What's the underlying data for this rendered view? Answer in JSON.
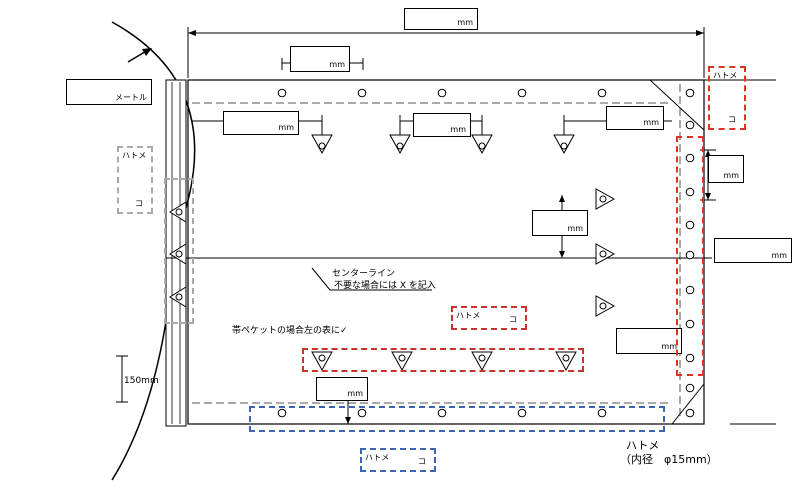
{
  "unit_mm": "mm",
  "unit_meter": "メートル",
  "grommet_label": "ハトメ",
  "grommet_corner": "コ",
  "center_line": "センターライン",
  "center_line_note": "不要な場合には X を記入",
  "pocket_note": "帯ペケットの場合左の表に✓",
  "dim_150": "150mm",
  "grommet_note_title": "ハトメ",
  "grommet_note_detail": "（内径　φ15mm）",
  "colors": {
    "line": "#000000",
    "dash_grey": "#aaaaaa",
    "dash_red": "#e0321e",
    "dash_blue": "#3c64b4"
  }
}
